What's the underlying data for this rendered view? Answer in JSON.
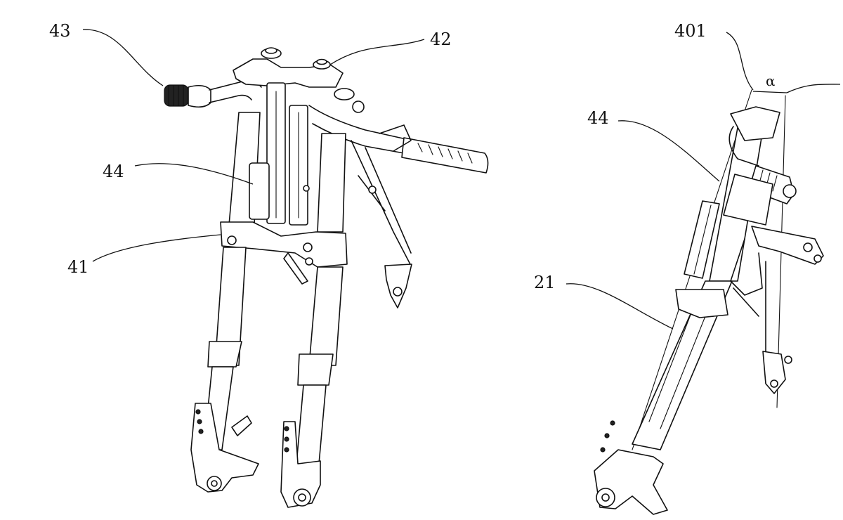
{
  "labels": {
    "l43": "43",
    "l42": "42",
    "l44a": "44",
    "l41": "41",
    "l401": "401",
    "alpha": "α",
    "l44b": "44",
    "l21": "21"
  }
}
